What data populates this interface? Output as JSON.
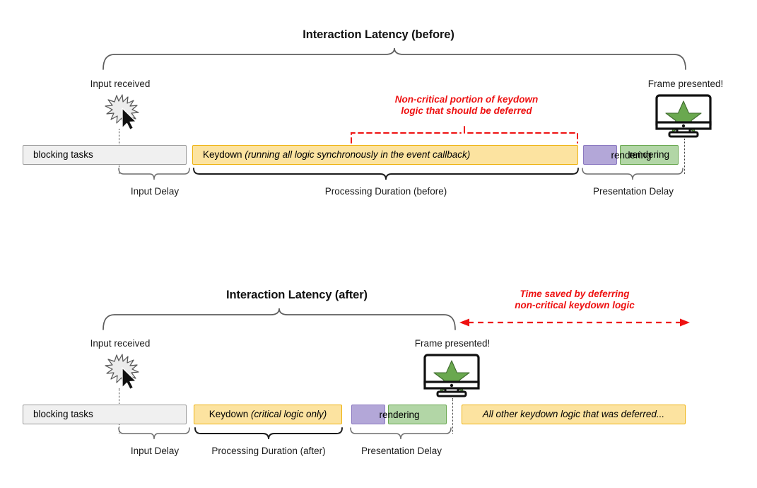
{
  "diagram": {
    "title_top": "Interaction Latency (before)",
    "title_bottom": "Interaction Latency (after)",
    "colors": {
      "blocking": "#f0f0f0",
      "keydown": "#fce3a0",
      "presentation": "#b3a7d8",
      "rendering": "#b2d6a6",
      "annotation_red": "#ee1111",
      "star_green": "#6aa84f"
    }
  },
  "section_before": {
    "title": "Interaction Latency (before)",
    "input_event_label": "Input received",
    "frame_event_label": "Frame presented!",
    "annotation": {
      "line1": "Non-critical portion of keydown",
      "line2": "logic that should be deferred"
    },
    "bars": [
      {
        "id": "blocking-tasks",
        "label": "blocking tasks",
        "style": "grey",
        "italic_suffix": ""
      },
      {
        "id": "keydown",
        "label": "Keydown ",
        "italic_suffix": "(running all logic synchronously in the event callback)",
        "style": "yellow"
      },
      {
        "id": "presentation",
        "label": "",
        "style": "purple"
      },
      {
        "id": "rendering",
        "label": "rendering",
        "style": "green"
      }
    ],
    "brackets": [
      {
        "id": "input-delay",
        "label": "Input Delay"
      },
      {
        "id": "processing-duration",
        "label": "Processing Duration (before)"
      },
      {
        "id": "presentation-delay",
        "label": "Presentation Delay"
      }
    ]
  },
  "section_after": {
    "title": "Interaction Latency (after)",
    "input_event_label": "Input received",
    "frame_event_label": "Frame presented!",
    "annotation": {
      "line1": "Time saved by deferring",
      "line2": "non-critical keydown logic"
    },
    "bars": [
      {
        "id": "blocking-tasks",
        "label": "blocking tasks",
        "style": "grey"
      },
      {
        "id": "keydown",
        "label": "Keydown ",
        "italic_suffix": "(critical logic only)",
        "style": "yellow"
      },
      {
        "id": "presentation",
        "label": "",
        "style": "purple"
      },
      {
        "id": "rendering",
        "label": "rendering",
        "style": "green"
      },
      {
        "id": "deferred",
        "label": "All other keydown logic that was deferred...",
        "style": "yellow"
      }
    ],
    "brackets": [
      {
        "id": "input-delay",
        "label": "Input Delay"
      },
      {
        "id": "processing-duration",
        "label": "Processing Duration (after)"
      },
      {
        "id": "presentation-delay",
        "label": "Presentation Delay"
      }
    ]
  }
}
